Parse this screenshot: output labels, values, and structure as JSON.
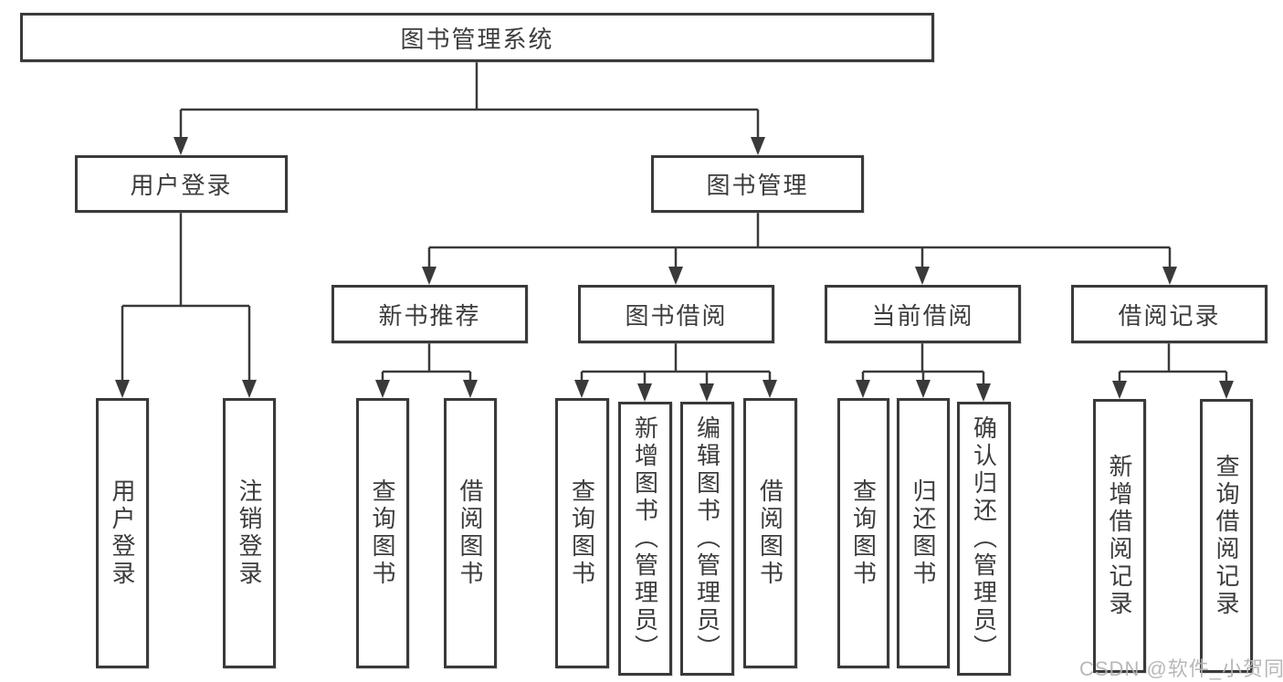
{
  "diagram": {
    "root": "图书管理系统",
    "level2": [
      "用户登录",
      "图书管理"
    ],
    "level3": [
      "新书推荐",
      "图书借阅",
      "当前借阅",
      "借阅记录"
    ],
    "leaves": {
      "user_login": [
        "用户登录",
        "注销登录"
      ],
      "new_books": [
        "查询图书",
        "借阅图书"
      ],
      "book_borrow": [
        "查询图书",
        "新增图书（管理员）",
        "编辑图书（管理员）",
        "借阅图书"
      ],
      "current_borrow": [
        "查询图书",
        "归还图书",
        "确认归还（管理员）"
      ],
      "records": [
        "新增借阅记录",
        "查询借阅记录"
      ]
    }
  },
  "watermark": "CSDN @软件_小贺同学",
  "colors": {
    "line": "#3a3a3a",
    "text": "#3c3c3c",
    "watermark": "#b2b2b2",
    "background": "#ffffff"
  }
}
